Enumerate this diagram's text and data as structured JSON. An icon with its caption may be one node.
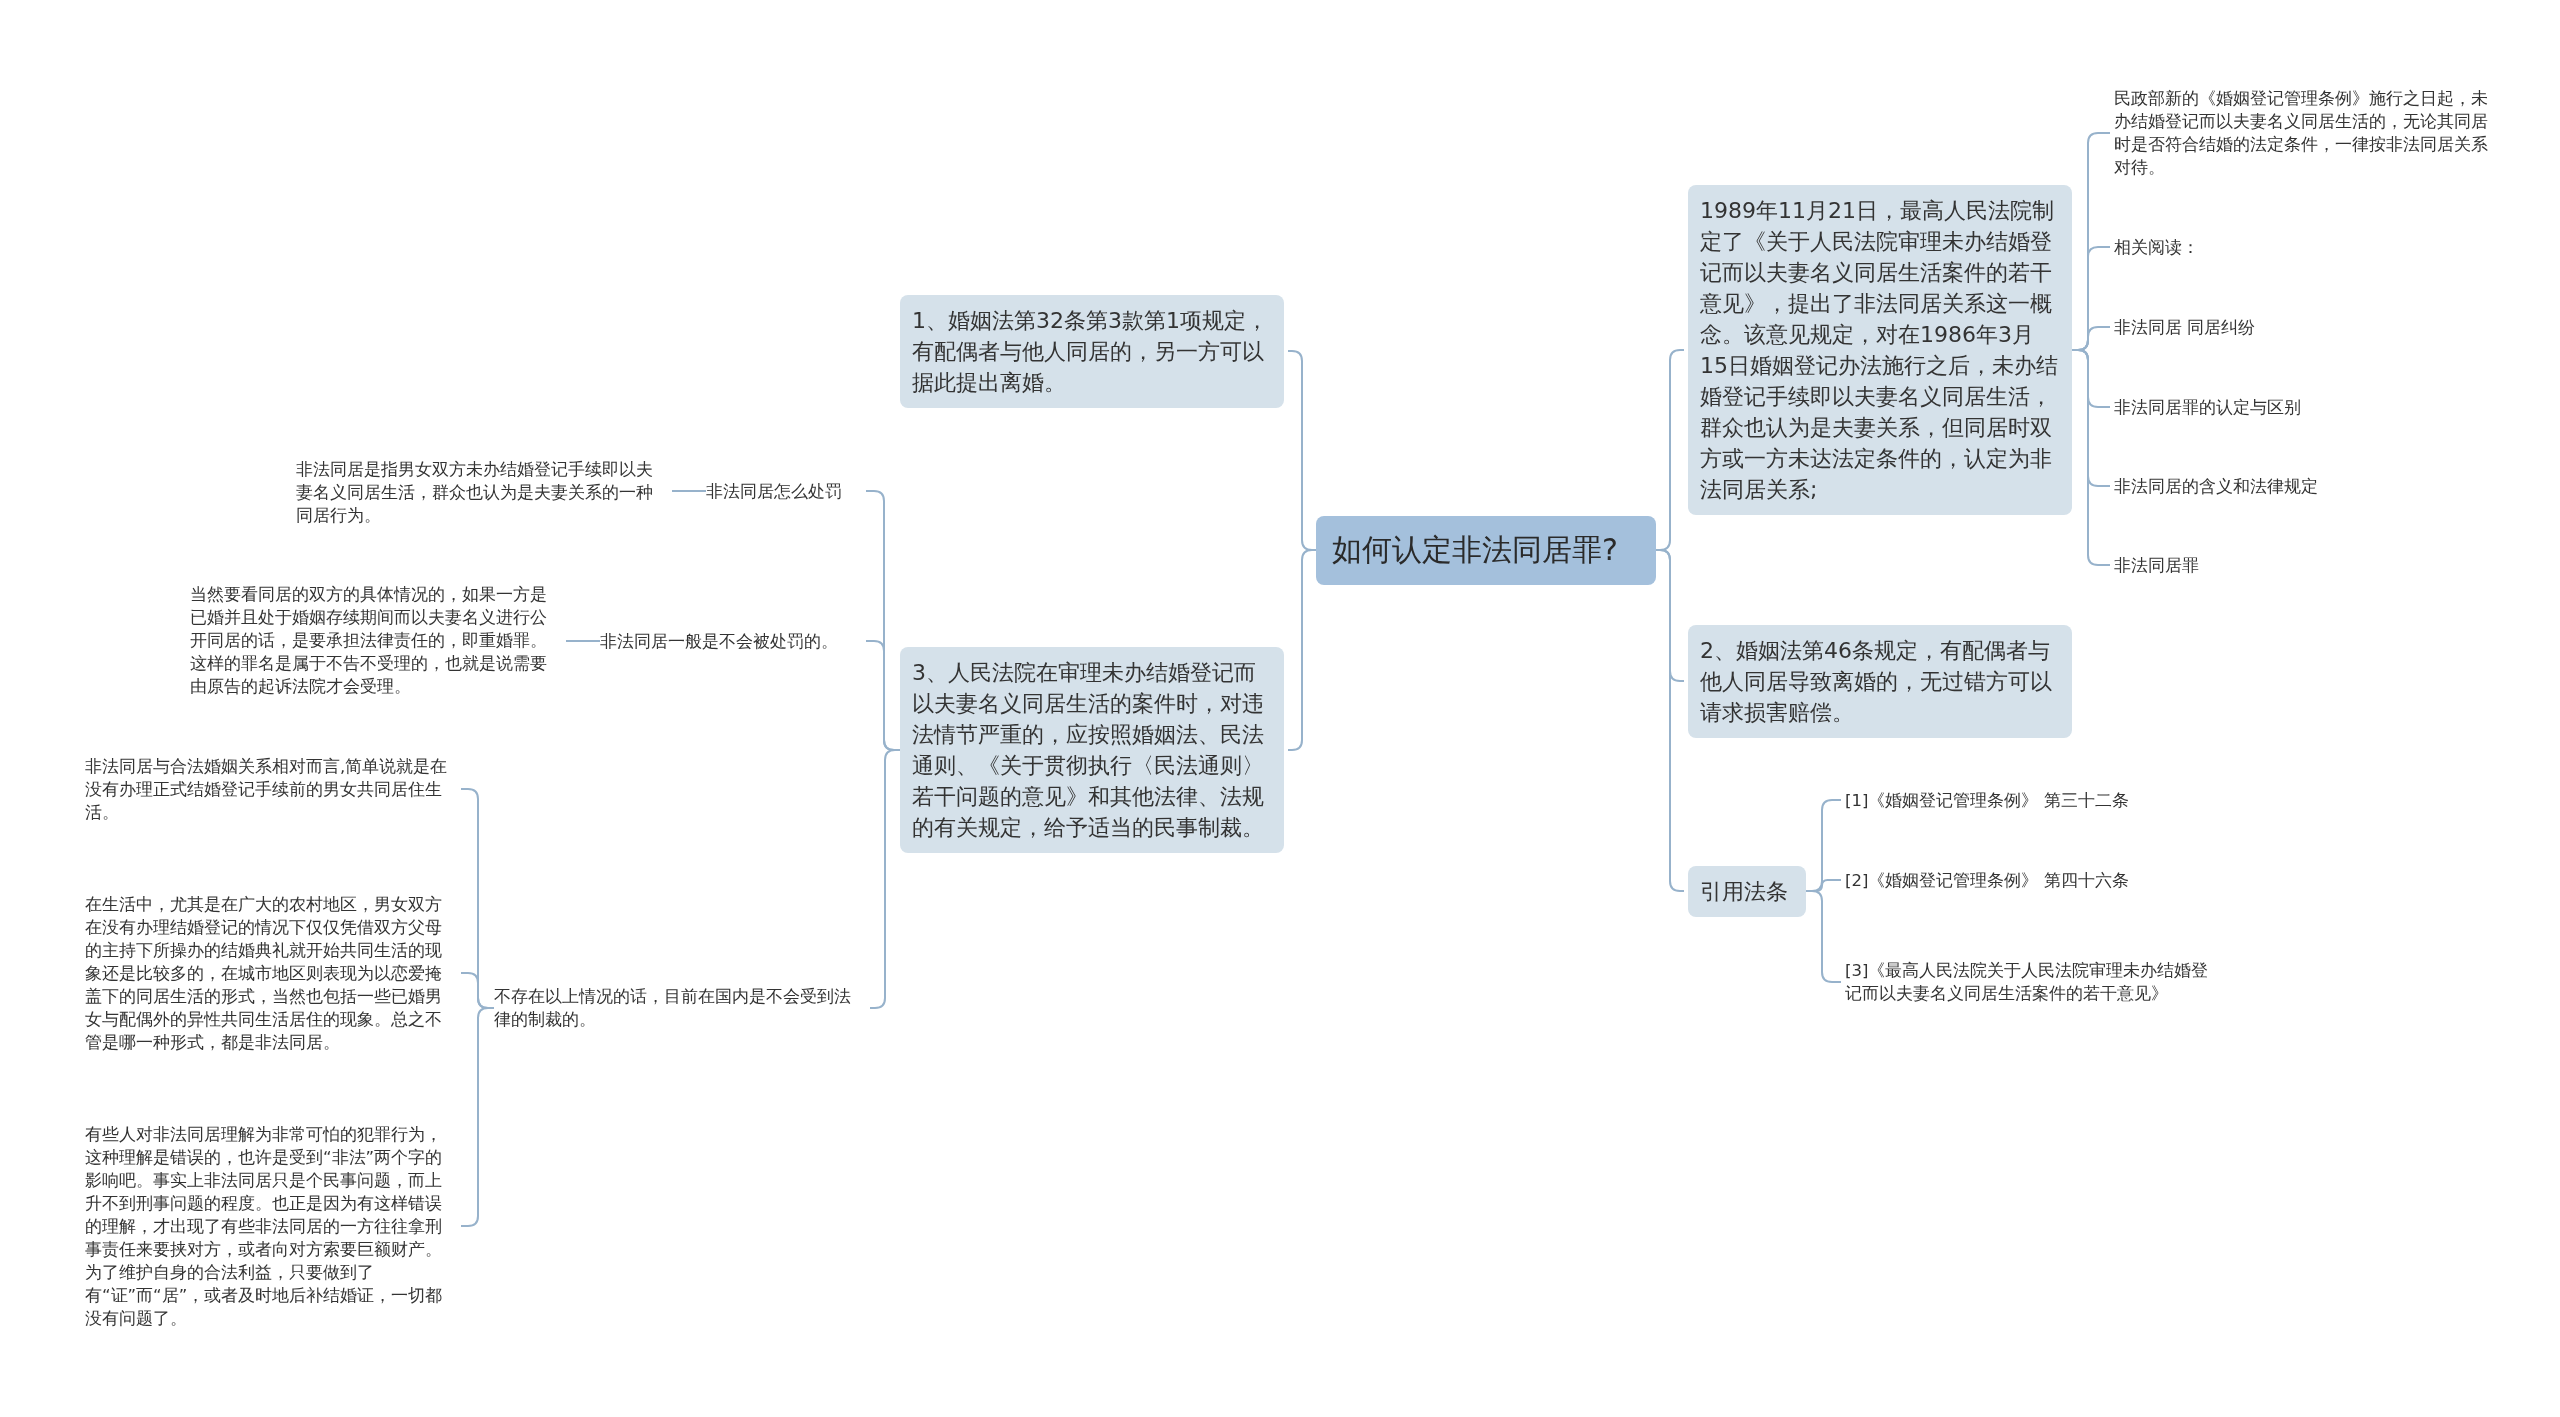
{
  "diagram": {
    "nodes": [
      {
        "text": [
          "如何认定非法同居罪?"
        ]
      },
      {
        "text": [
          "1、婚姻法第32条第3款第1项规定，有配偶者与他人同居的，另一方可以据此提出离婚。"
        ]
      },
      {
        "text": [
          "3、人民法院在审理未办结婚登记而以夫妻名义同居生活的案件时，对违法情节严重的，应按照婚姻法、民法通则、《关于贯彻执行〈民法通则〉若干问题的意见》和其他法律、法规的有关规定，给予适当的民事制裁。"
        ]
      },
      {
        "text": [
          "非法同居怎么处罚"
        ]
      },
      {
        "text": [
          "非法同居是指男女双方未办结婚登记手续即以夫妻名义同居生活，群众也认为是夫妻关系的一种同居行为。"
        ]
      },
      {
        "text": [
          "非法同居一般是不会被处罚的。"
        ]
      },
      {
        "text": [
          "当然要看同居的双方的具体情况的，如果一方是已婚并且处于婚姻存续期间而以夫妻名义进行公开同居的话，是要承担法律责任的，即重婚罪。这样的罪名是属于不告不受理的，也就是说需要由原告的起诉法院才会受理。"
        ]
      },
      {
        "text": [
          "不存在以上情况的话，目前在国内是不会受到法律的制裁的。"
        ]
      },
      {
        "text": [
          "非法同居与合法婚姻关系相对而言,简单说就是在没有办理正式结婚登记手续前的男女共同居住生活。"
        ]
      },
      {
        "text": [
          "在生活中，尤其是在广大的农村地区，男女双方在没有办理结婚登记的情况下仅仅凭借双方父母的主持下所操办的结婚典礼就开始共同生活的现象还是比较多的，在城市地区则表现为以恋爱掩盖下的同居生活的形式，当然也包括一些已婚男女与配偶外的异性共同生活居住的现象。总之不管是哪一种形式，都是非法同居。"
        ]
      },
      {
        "text": [
          "有些人对非法同居理解为非常可怕的犯罪行为，这种理解是错误的，也许是受到“非法”两个字的影响吧。事实上非法同居只是个民事问题，而上升不到刑事问题的程度。也正是因为有这样错误的理解，才出现了有些非法同居的一方往往拿刑事责任来要挟对方，或者向对方索要巨额财产。为了维护自身的合法利益，只要做到了有“证”而“居”，或者及时地后补结婚证，一切都没有问题了。"
        ]
      },
      {
        "text": [
          "1989年11月21日，最高人民法院制定了《关于人民法院审理未办结婚登记而以夫妻名义同居生活案件的若干意见》，提出了非法同居关系这一概念。该意见规定，对在1986年3月15日婚姻登记办法施行之后，未办结婚登记手续即以夫妻名义同居生活，群众也认为是夫妻关系，但同居时双方或一方未达法定条件的，认定为非法同居关系;"
        ]
      },
      {
        "text": [
          "民政部新的《婚姻登记管理条例》施行之日起，未办结婚登记而以夫妻名义同居生活的，无论其同居时是否符合结婚的法定条件，一律按非法同居关系对待。"
        ]
      },
      {
        "text": [
          "相关阅读："
        ]
      },
      {
        "text": [
          "非法同居 同居纠纷"
        ]
      },
      {
        "text": [
          "非法同居罪的认定与区别"
        ]
      },
      {
        "text": [
          "非法同居的含义和法律规定"
        ]
      },
      {
        "text": [
          "非法同居罪"
        ]
      },
      {
        "text": [
          "2、婚姻法第46条规定，有配偶者与他人同居导致离婚的，无过错方可以请求损害赔偿。"
        ]
      },
      {
        "text": [
          "引用法条"
        ]
      },
      {
        "text": [
          "[1]《婚姻登记管理条例》 第三十二条"
        ]
      },
      {
        "text": [
          "[2]《婚姻登记管理条例》 第四十六条"
        ]
      },
      {
        "text": [
          "[3]《最高人民法院关于人民法院审理未办结婚登记而以夫妻名义同居生活案件的若干意见》"
        ]
      }
    ],
    "edges": [
      {
        "from": 0,
        "to": 1,
        "arrow": "none"
      },
      {
        "from": 0,
        "to": 2,
        "arrow": "none"
      },
      {
        "from": 2,
        "to": 3,
        "arrow": "none"
      },
      {
        "from": 3,
        "to": 4,
        "arrow": "none"
      },
      {
        "from": 2,
        "to": 5,
        "arrow": "none"
      },
      {
        "from": 5,
        "to": 6,
        "arrow": "none"
      },
      {
        "from": 2,
        "to": 7,
        "arrow": "none"
      },
      {
        "from": 7,
        "to": 8,
        "arrow": "none"
      },
      {
        "from": 7,
        "to": 9,
        "arrow": "none"
      },
      {
        "from": 7,
        "to": 10,
        "arrow": "none"
      },
      {
        "from": 0,
        "to": 11,
        "arrow": "none"
      },
      {
        "from": 11,
        "to": 12,
        "arrow": "none"
      },
      {
        "from": 11,
        "to": 13,
        "arrow": "none"
      },
      {
        "from": 11,
        "to": 14,
        "arrow": "none"
      },
      {
        "from": 11,
        "to": 15,
        "arrow": "none"
      },
      {
        "from": 11,
        "to": 16,
        "arrow": "none"
      },
      {
        "from": 11,
        "to": 17,
        "arrow": "none"
      },
      {
        "from": 0,
        "to": 18,
        "arrow": "none"
      },
      {
        "from": 0,
        "to": 19,
        "arrow": "none"
      },
      {
        "from": 19,
        "to": 20,
        "arrow": "none"
      },
      {
        "from": 19,
        "to": 21,
        "arrow": "none"
      },
      {
        "from": 19,
        "to": 22,
        "arrow": "none"
      }
    ]
  }
}
